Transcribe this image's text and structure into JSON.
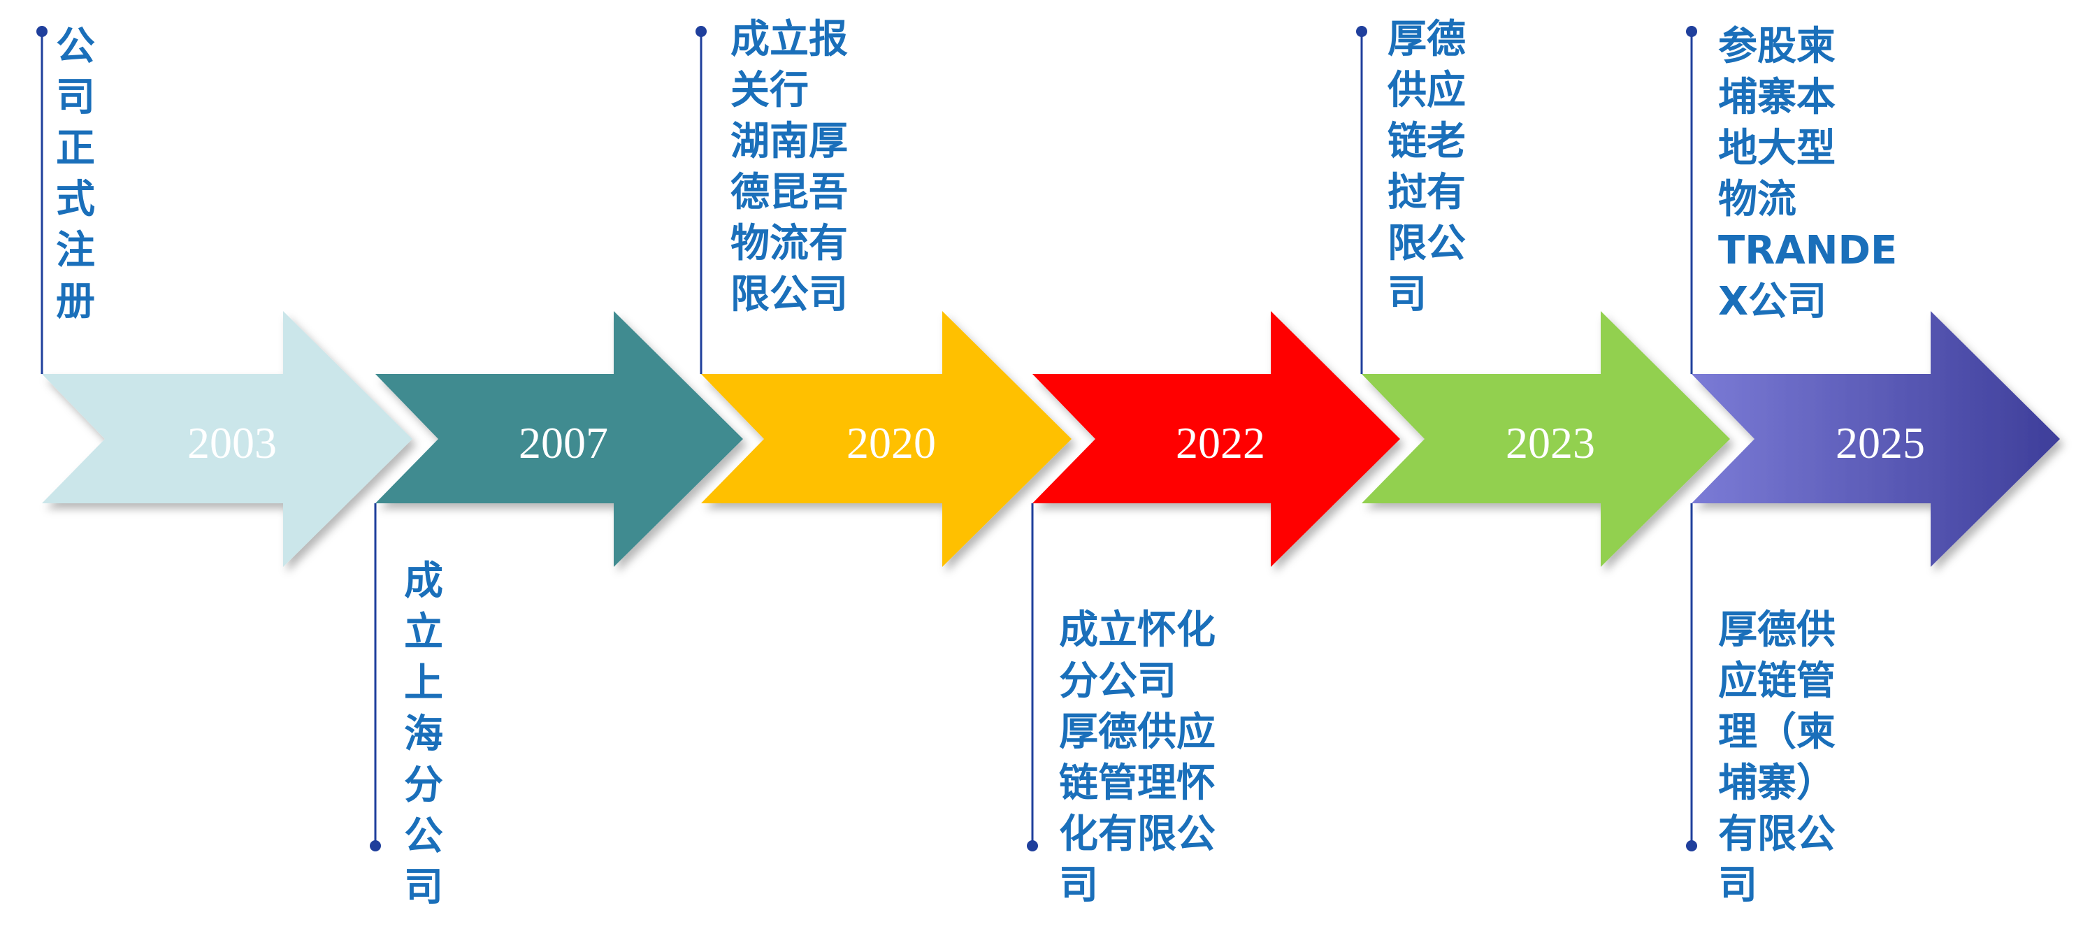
{
  "timeline": {
    "milestones": [
      {
        "year": "2003",
        "color": "#cbe6ea",
        "event_position": "top",
        "event_text": "公\n司\n正\n式\n注\n册"
      },
      {
        "year": "2007",
        "color": "#3f8b90",
        "event_position": "bottom",
        "event_text": "成\n立\n上\n海\n分\n公\n司"
      },
      {
        "year": "2020",
        "color": "#ffc000",
        "event_position": "top",
        "event_text": "成立报\n关行\n湖南厚\n德昆吾\n物流有\n限公司"
      },
      {
        "year": "2022",
        "color": "#ff0000",
        "event_position": "bottom",
        "event_text": "成立怀化\n分公司\n厚德供应\n链管理怀\n化有限公\n司"
      },
      {
        "year": "2023",
        "color": "#92d050",
        "event_position": "top",
        "event_text": "厚德\n供应\n链老\n挝有\n限公\n司"
      },
      {
        "year": "2025",
        "color": "#5b5bb5",
        "event_position": "top",
        "event_text": "参股柬\n埔寨本\n地大型\n物流\nTRANDE\nX公司"
      },
      {
        "year": "2025",
        "color": "#5b5bb5",
        "event_position": "bottom",
        "event_text": "厚德供\n应链管\n理（柬\n埔寨）\n有限公\n司"
      }
    ],
    "connector_color": "#1f3f9c",
    "text_color": "#1a6fba"
  }
}
